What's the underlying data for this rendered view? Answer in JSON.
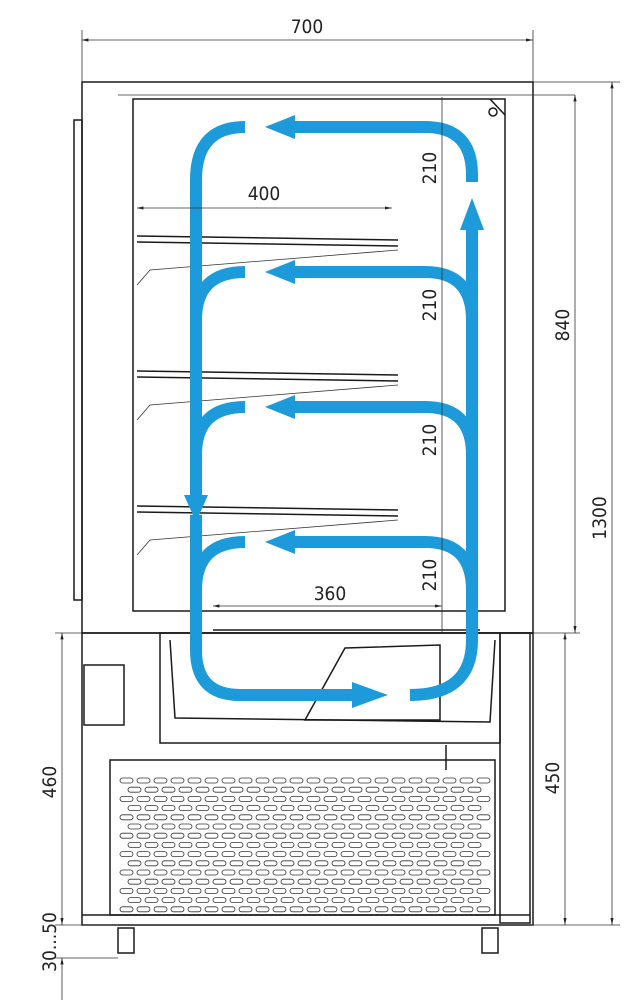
{
  "dimensions": {
    "total_width": "700",
    "shelf_depth": "400",
    "bottom_depth": "360",
    "shelf_spacing": [
      "210",
      "210",
      "210",
      "210"
    ],
    "display_height": "840",
    "total_height": "1300",
    "base_height_right": "450",
    "base_height_left": "460",
    "foot_adjust": "30...50"
  },
  "colors": {
    "airflow": "#1d9ad9",
    "lines": "#1a1a1a"
  }
}
